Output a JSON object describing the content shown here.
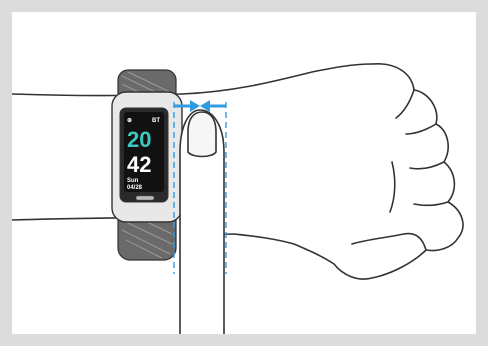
{
  "colors": {
    "frame": "#dcdcdc",
    "line": "#333333",
    "band": "#555555",
    "screen": "#111111",
    "accent_teal": "#3cc8c0",
    "guide_blue": "#2f9be0"
  },
  "device": {
    "status_left": "⊕",
    "status_right": "BT",
    "hour": "20",
    "minute": "42",
    "weekday": "Sun",
    "date": "04/28"
  },
  "icons": {
    "bluetooth": "bluetooth-icon",
    "battery": "battery-icon",
    "arrow_right": "arrow-right-icon",
    "arrow_left": "arrow-left-icon"
  }
}
